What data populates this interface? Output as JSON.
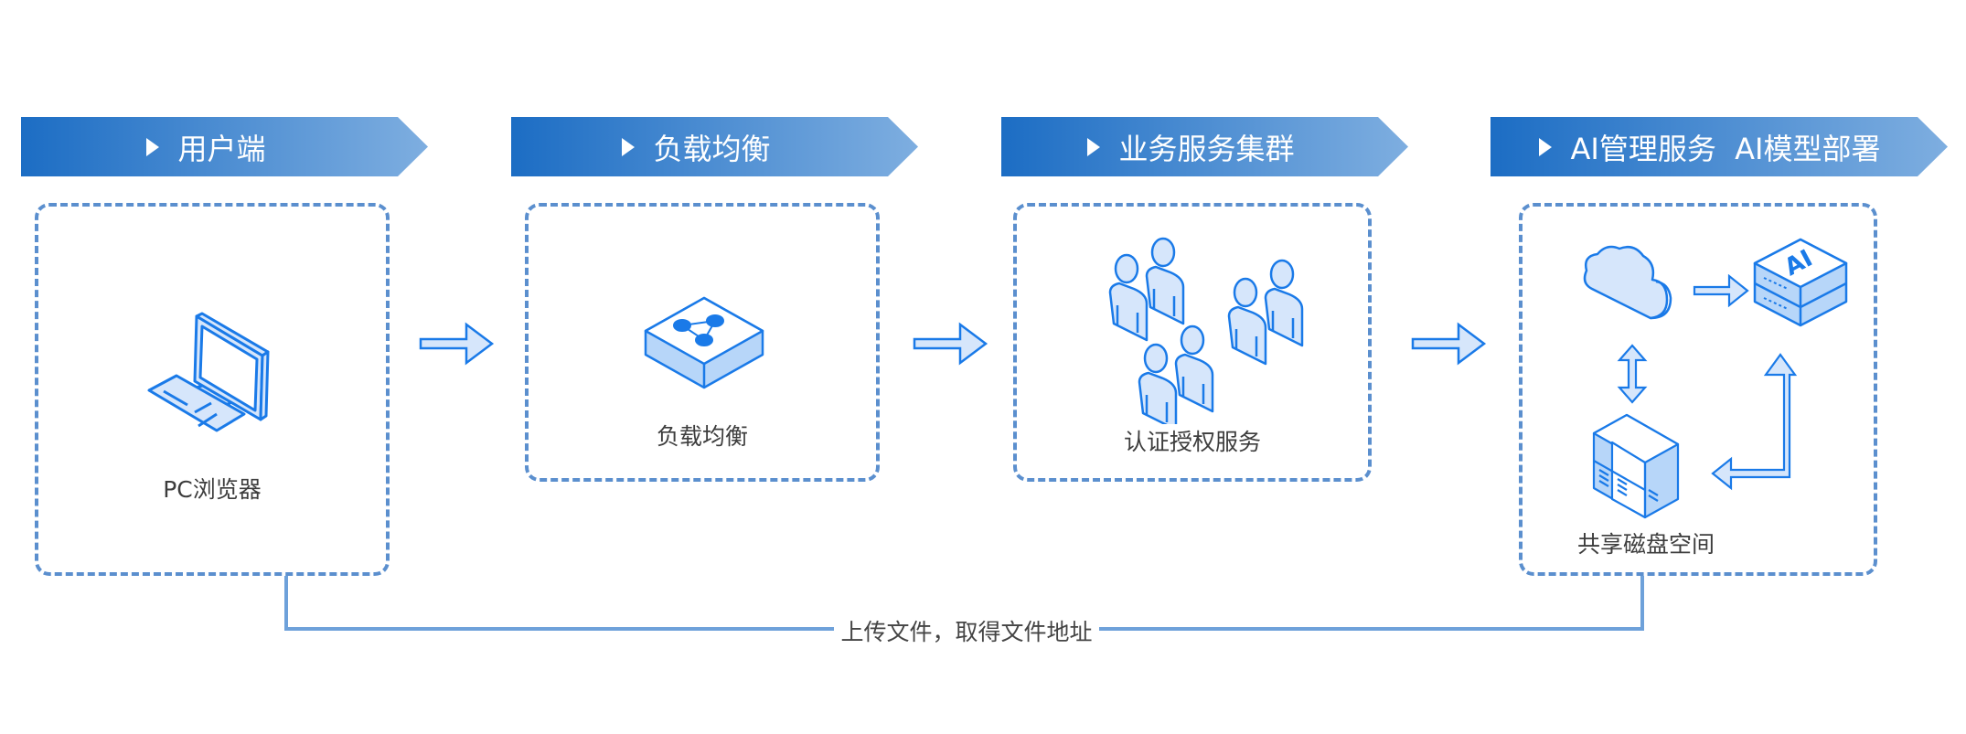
{
  "stages": [
    {
      "title": "用户端",
      "node_label": "PC浏览器",
      "icon": "desktop-computer-icon"
    },
    {
      "title": "负载均衡",
      "node_label": "负载均衡",
      "icon": "load-balancer-icon"
    },
    {
      "title": "业务服务集群",
      "node_label": "认证授权服务",
      "icon": "users-group-icon"
    },
    {
      "title": "AI管理服务  AI模型部署",
      "node_label": "共享磁盘空间",
      "icons": [
        "cloud-icon",
        "ai-server-icon",
        "storage-rack-icon"
      ]
    }
  ],
  "connector": {
    "label": "上传文件，取得文件地址"
  },
  "colors": {
    "header_gradient_start": "#1c6dc4",
    "header_gradient_end": "#7aa9df",
    "card_border": "#5b8fce",
    "icon_stroke": "#1a7ae8",
    "icon_fill": "#d6e6fb",
    "connector_line": "#6ea1da"
  }
}
